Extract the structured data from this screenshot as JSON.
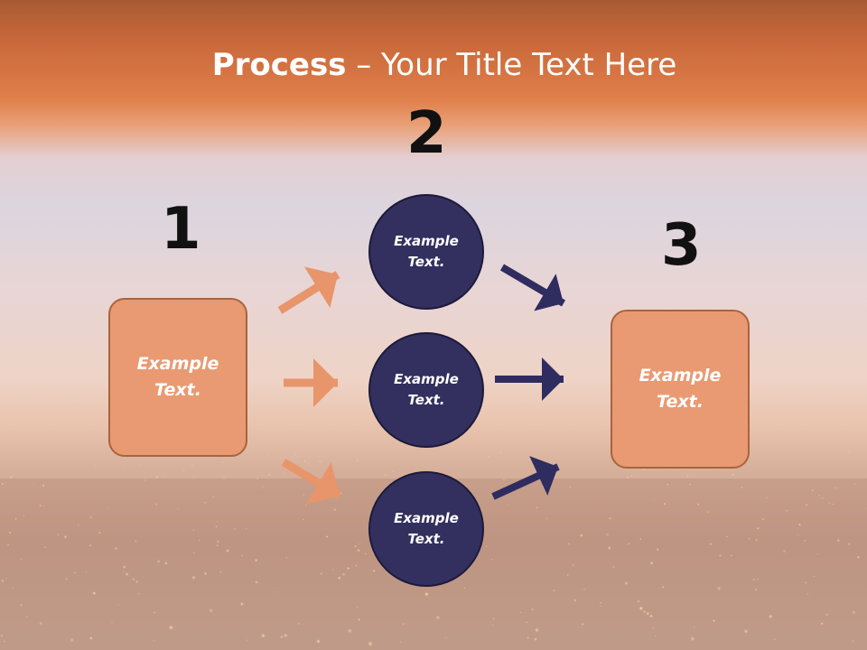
{
  "title": {
    "bold": "Process",
    "rest": " – Your Title Text Here"
  },
  "steps": [
    {
      "number": "1",
      "text": "Example Text."
    },
    {
      "number": "2",
      "text": [
        "Example Text.",
        "Example Text.",
        "Example Text."
      ]
    },
    {
      "number": "3",
      "text": "Example Text."
    }
  ],
  "colors": {
    "box": "#e99a72",
    "circle": "#33305f",
    "arrow_orange": "#e8956b",
    "arrow_navy": "#2f2c60",
    "title_band": "#e07f4a"
  }
}
